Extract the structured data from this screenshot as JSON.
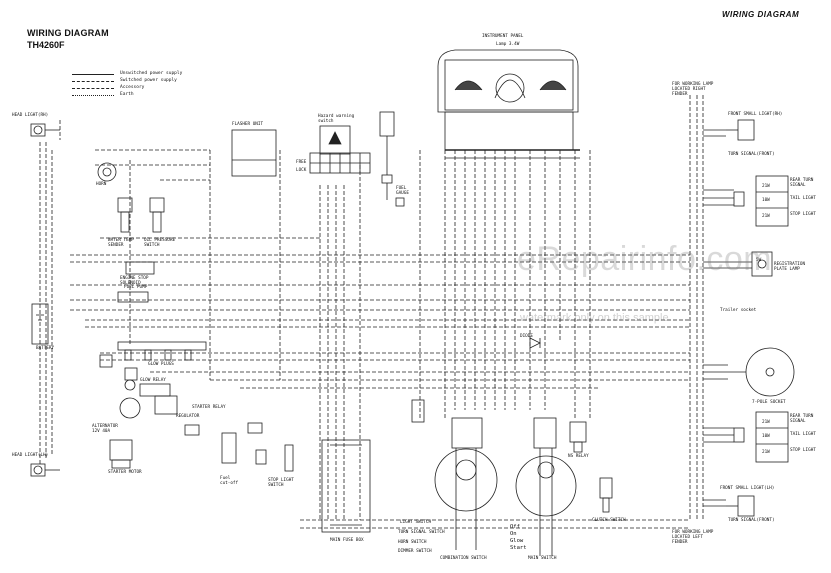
{
  "title": "WIRING DIAGRAM",
  "model": "TH4260F",
  "header_right": "WIRING DIAGRAM",
  "legend": [
    "Unswitched power supply",
    "Switched power supply",
    "Accessory",
    "Earth"
  ],
  "labels": {
    "head_light_rh": "HEAD LIGHT(RH)",
    "head_light_lh": "HEAD LIGHT(LH)",
    "flasher_unit": "FLASHER UNIT",
    "hazard_warning": "Hazard warning switch",
    "instrument_panel": "INSTRUMENT PANEL",
    "instrument_sub": "Lamp 3.4W",
    "fuel_gauge": "FUEL GAUGE",
    "water_temp_sender": "WATER TEMP SENDER",
    "oil_pressure_switch": "OIL PRESSURE SWITCH",
    "engine_stop_solenoid": "ENGINE STOP SOLENOID",
    "fuel_pump": "FUEL PUMP",
    "battery": "BATTERY",
    "glow_plugs": "GLOW PLUGS",
    "glow_relay": "GLOW RELAY",
    "alternator": "ALTERNATOR 12V 40A",
    "regulator": "REGULATOR",
    "starter_motor": "STARTER MOTOR",
    "starter_relay": "STARTER RELAY",
    "fuel_cutoff": "Fuel cut-off",
    "stop_light_switch": "STOP LIGHT SWITCH",
    "main_fuse_box": "MAIN FUSE BOX",
    "combination_switch": "COMBINATION SWITCH",
    "light_switch": "LIGHT SWITCH",
    "turn_signal_switch": "TURN SIGNAL SWITCH",
    "horn_switch": "HORN SWITCH",
    "dimmer_switch": "DIMMER SWITCH",
    "main_switch": "MAIN SWITCH",
    "horn": "HORN",
    "diode": "DIODE",
    "ns_relay": "NS RELAY",
    "clutch_switch": "CLUTCH SWITCH",
    "front_small_light_rh": "FRONT SMALL LIGHT(RH)",
    "front_small_light_lh": "FRONT SMALL LIGHT(LH)",
    "turn_signal_front": "TURN SIGNAL(FRONT)",
    "rear_turn_signal": "REAR TURN SIGNAL",
    "tail_light": "TAIL LIGHT",
    "stop_light": "STOP LIGHT",
    "registration_plate": "REGISTRATION PLATE LAMP",
    "pole_socket": "7-POLE SOCKET",
    "for_working_lamp_1": "FOR WORKING LAMP LOCATED RIGHT FENDER",
    "for_working_lamp_2": "FOR WORKING LAMP LOCATED LEFT FENDER",
    "trailer_socket": "Trailer socket",
    "free": "FREE",
    "lock": "LOCK",
    "watt_21": "21W",
    "watt_10": "10W",
    "watt_5": "5W",
    "switch_off": "Off",
    "switch_on": "On",
    "switch_glow": "Glow",
    "switch_start": "Start"
  },
  "watermark": "eRepairinfo.com",
  "watermark_sub": "watermark only on this sample"
}
